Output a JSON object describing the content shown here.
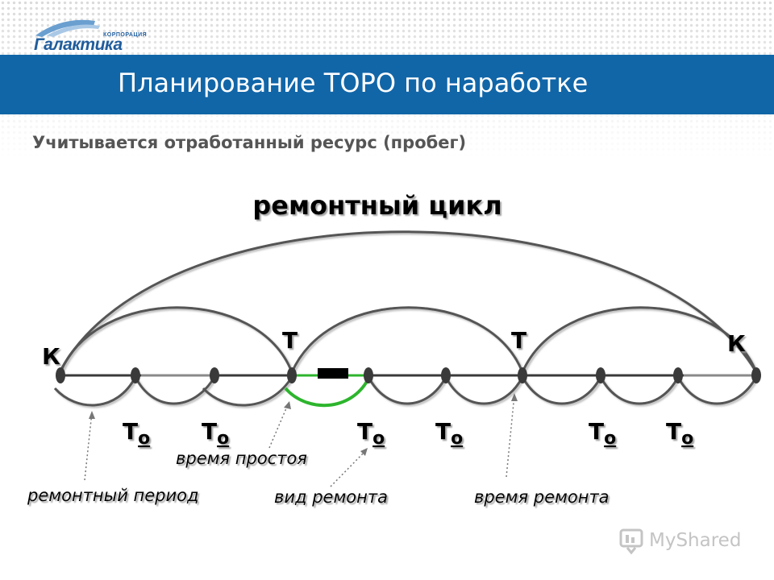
{
  "logo": {
    "corporation": "КОРПОРАЦИЯ",
    "name": "Галактика"
  },
  "header": {
    "title": "Планирование ТОРО по наработке"
  },
  "subtitle": "Учитывается отработанный ресурс (пробег)",
  "diagram": {
    "cycle_label": "ремонтный цикл",
    "node_labels": {
      "k_left": "К",
      "t1": "Т",
      "t2": "Т",
      "k_right": "К"
    },
    "to_label": "Т",
    "to_subscript": "о",
    "annotations": {
      "downtime": "время простоя",
      "repair_period": "ремонтный период",
      "repair_type": "вид ремонта",
      "repair_time": "время ремонта"
    },
    "colors": {
      "line": "#555555",
      "downtime": "#2db52d",
      "text": "#000000"
    }
  },
  "watermark": {
    "text": "MyShared"
  }
}
